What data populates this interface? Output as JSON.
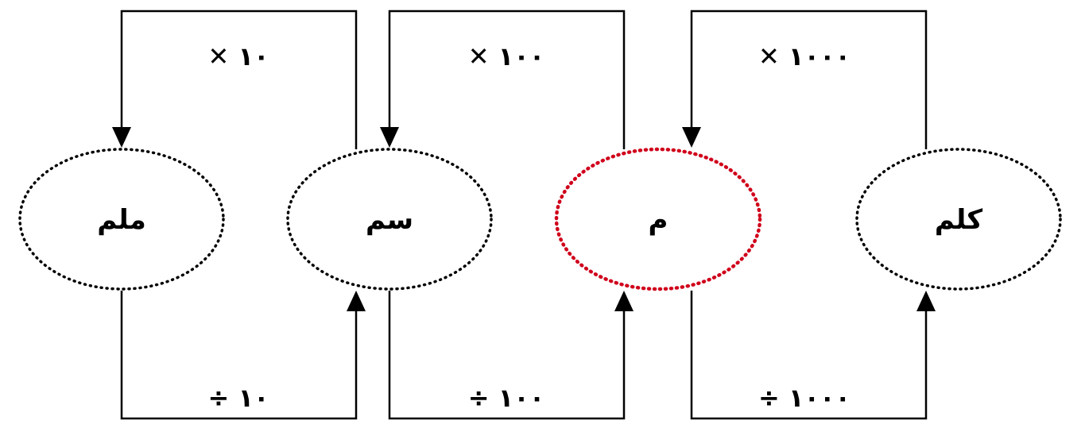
{
  "units": [
    {
      "label": "ملم",
      "color": "#000000"
    },
    {
      "label": "سم",
      "color": "#000000"
    },
    {
      "label": "م",
      "color": "#d0021b"
    },
    {
      "label": "كلم",
      "color": "#000000"
    }
  ],
  "multiply_labels": [
    "10 ×",
    "100 ×",
    "1000 ×"
  ],
  "divide_labels": [
    "10 ÷",
    "100 ÷",
    "1000 ÷"
  ],
  "multiply_display": [
    "١٠ ✕",
    "١٠٠ ✕",
    "١٠٠٠ ✕"
  ],
  "divide_display": [
    "١٠ ÷",
    "١٠٠ ÷",
    "١٠٠٠ ÷"
  ]
}
